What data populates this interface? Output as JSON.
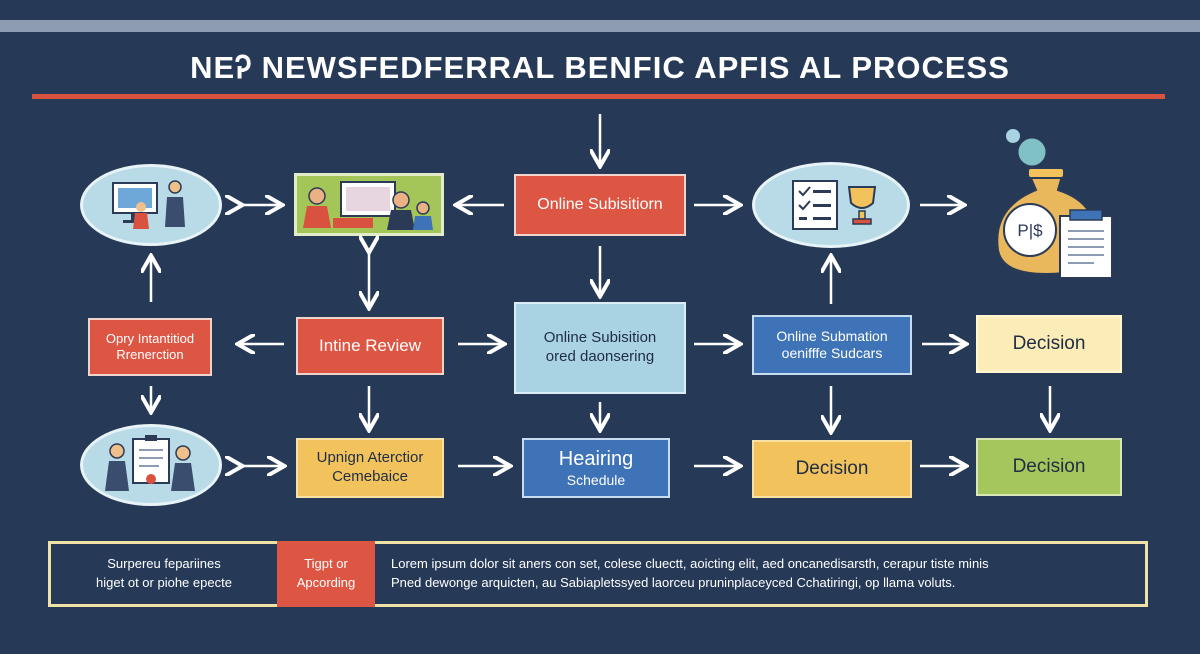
{
  "header": {
    "title": "NEᎮ NEWSFEDFERRAL BENFIC APFIS AL PROCESS"
  },
  "nodes": {
    "online_submission_top": "Online Subisitiorn",
    "opry_line1": "Opry Intantitiod",
    "opry_line2": "Rrenerction",
    "intine_review": "Intine Review",
    "online_sub_mid_line1": "Online Subisition",
    "online_sub_mid_line2": "ored daonsering",
    "online_submation_line1": "Online Submation",
    "online_submation_line2": "oenifffe Sudcars",
    "decision_cream": "Decision",
    "upnign_line1": "Upnign Aterctior",
    "upnign_line2": "Cemebaice",
    "hearing_line1": "Heairing",
    "hearing_line2": "Schedule",
    "decision_yellow": "Decision",
    "decision_green": "Decision",
    "money_bag_text": "P|$"
  },
  "footer": {
    "col1_line1": "Surpereu fepariines",
    "col1_line2": "higet ot or piohe epecte",
    "col2_line1": "Tigpt or",
    "col2_line2": "Apcording",
    "col3_line1": "Lorem ipsum dolor sit aners con set, colese cluectt, aoicting elit, aed oncanedisarsth, cerapur tiste minis",
    "col3_line2": "Pned dewonge arquicten, au Sabiapletssyed laorceu pruninplaceyced Cchatiringi, op llama voluts."
  },
  "colors": {
    "background": "#263a57",
    "accent_red": "#dd5644",
    "yellow": "#f2c35d",
    "cream": "#fbecb8",
    "light_blue": "#a9d2e2",
    "dark_blue": "#3f73b8",
    "green": "#a5c65c"
  }
}
